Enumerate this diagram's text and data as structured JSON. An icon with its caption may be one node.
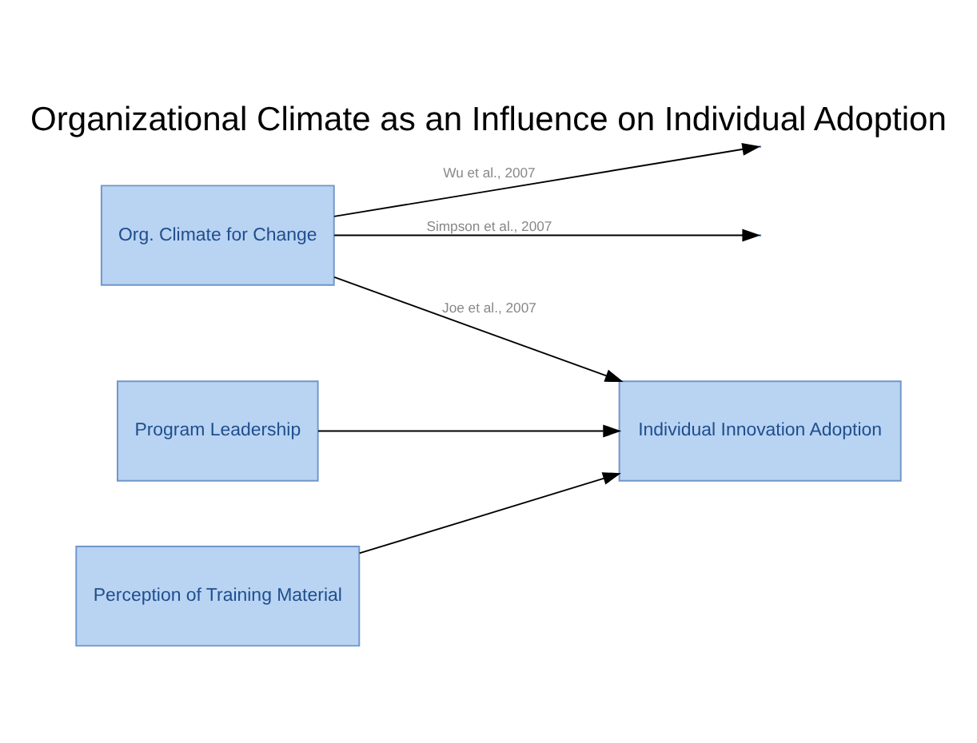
{
  "diagram": {
    "title": "Organizational Climate as an Influence on Individual Adoption",
    "nodes": [
      {
        "text": [
          "Program Leadership"
        ]
      },
      {
        "text": [
          "Org. Climate for Change"
        ]
      },
      {
        "text": [
          "Perception of Training Material"
        ]
      },
      {
        "text": [
          "Individual Innovation Adoption"
        ]
      }
    ],
    "edges": [
      {
        "from": 0,
        "to": 3,
        "arrow": "to"
      },
      {
        "from": 1,
        "to": null,
        "arrow": "to",
        "label": "Wu et al., 2007"
      },
      {
        "from": 1,
        "to": 3,
        "arrow": "to",
        "label": "Joe et al., 2007"
      },
      {
        "from": 1,
        "to": null,
        "arrow": "to",
        "label": "Simpson et al., 2007"
      },
      {
        "from": 2,
        "to": 3,
        "arrow": "to"
      }
    ]
  }
}
